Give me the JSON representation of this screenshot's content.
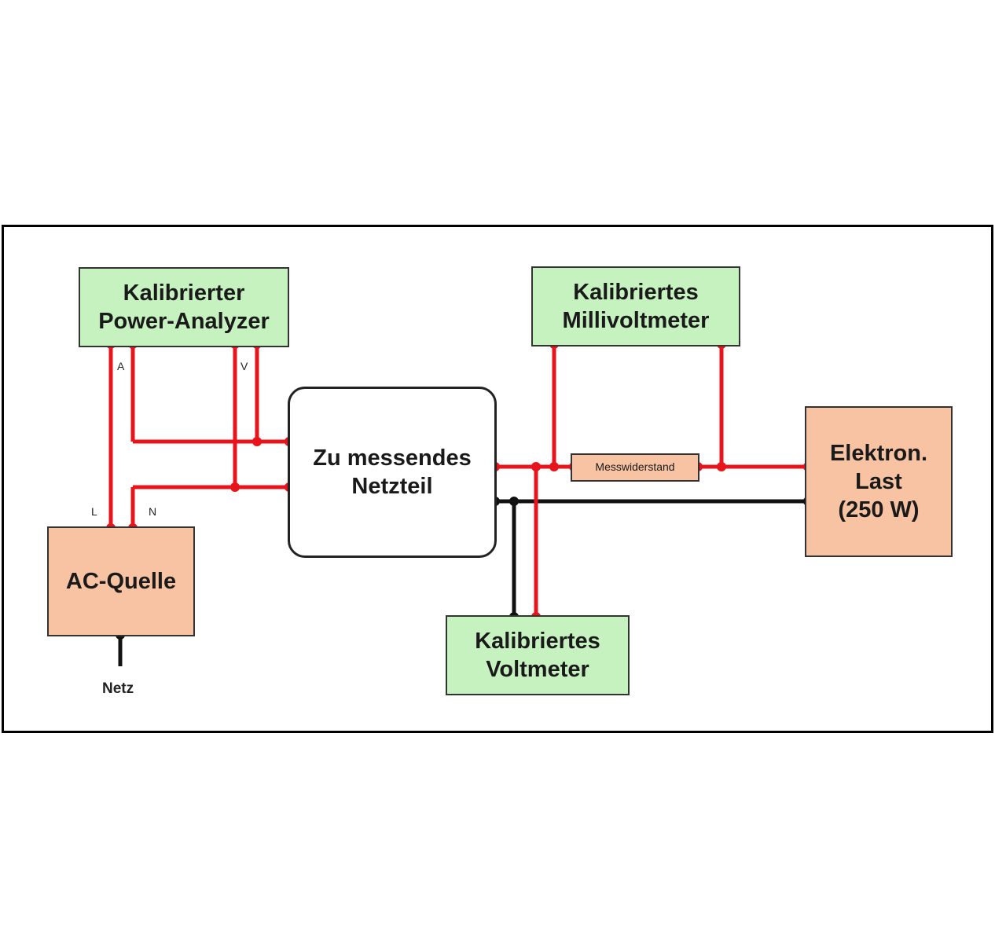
{
  "blocks": {
    "power_analyzer": {
      "line1": "Kalibrierter",
      "line2": "Power-Analyzer"
    },
    "millivoltmeter": {
      "line1": "Kalibriertes",
      "line2": "Millivoltmeter"
    },
    "dut": {
      "line1": "Zu messendes",
      "line2": "Netzteil"
    },
    "load": {
      "line1": "Elektron.",
      "line2": "Last",
      "line3": "(250 W)"
    },
    "ac_source": {
      "label": "AC-Quelle"
    },
    "voltmeter": {
      "line1": "Kalibriertes",
      "line2": "Voltmeter"
    },
    "resistor": {
      "label": "Messwiderstand"
    }
  },
  "pins": {
    "a": "A",
    "v": "V",
    "l": "L",
    "n": "N"
  },
  "mains": {
    "label": "Netz"
  },
  "colors": {
    "phase_wire": "#e8141c",
    "neutral_wire": "#111111",
    "measurement_box": "#c6f2c0",
    "source_load_box": "#f7c3a3"
  }
}
